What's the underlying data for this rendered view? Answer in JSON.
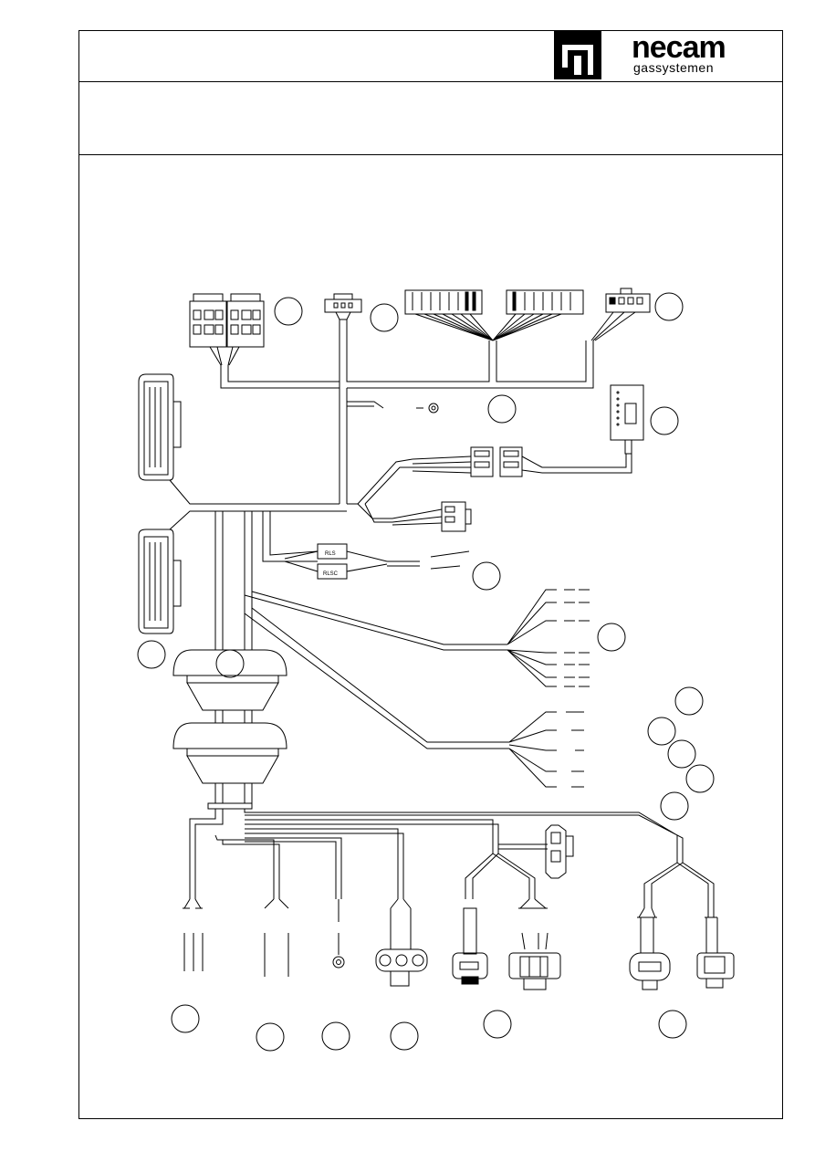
{
  "header": {
    "brand_name": "necam",
    "brand_tagline": "gassystemen"
  },
  "relay_labels": {
    "upper": "RLS",
    "lower": "RLSC"
  }
}
